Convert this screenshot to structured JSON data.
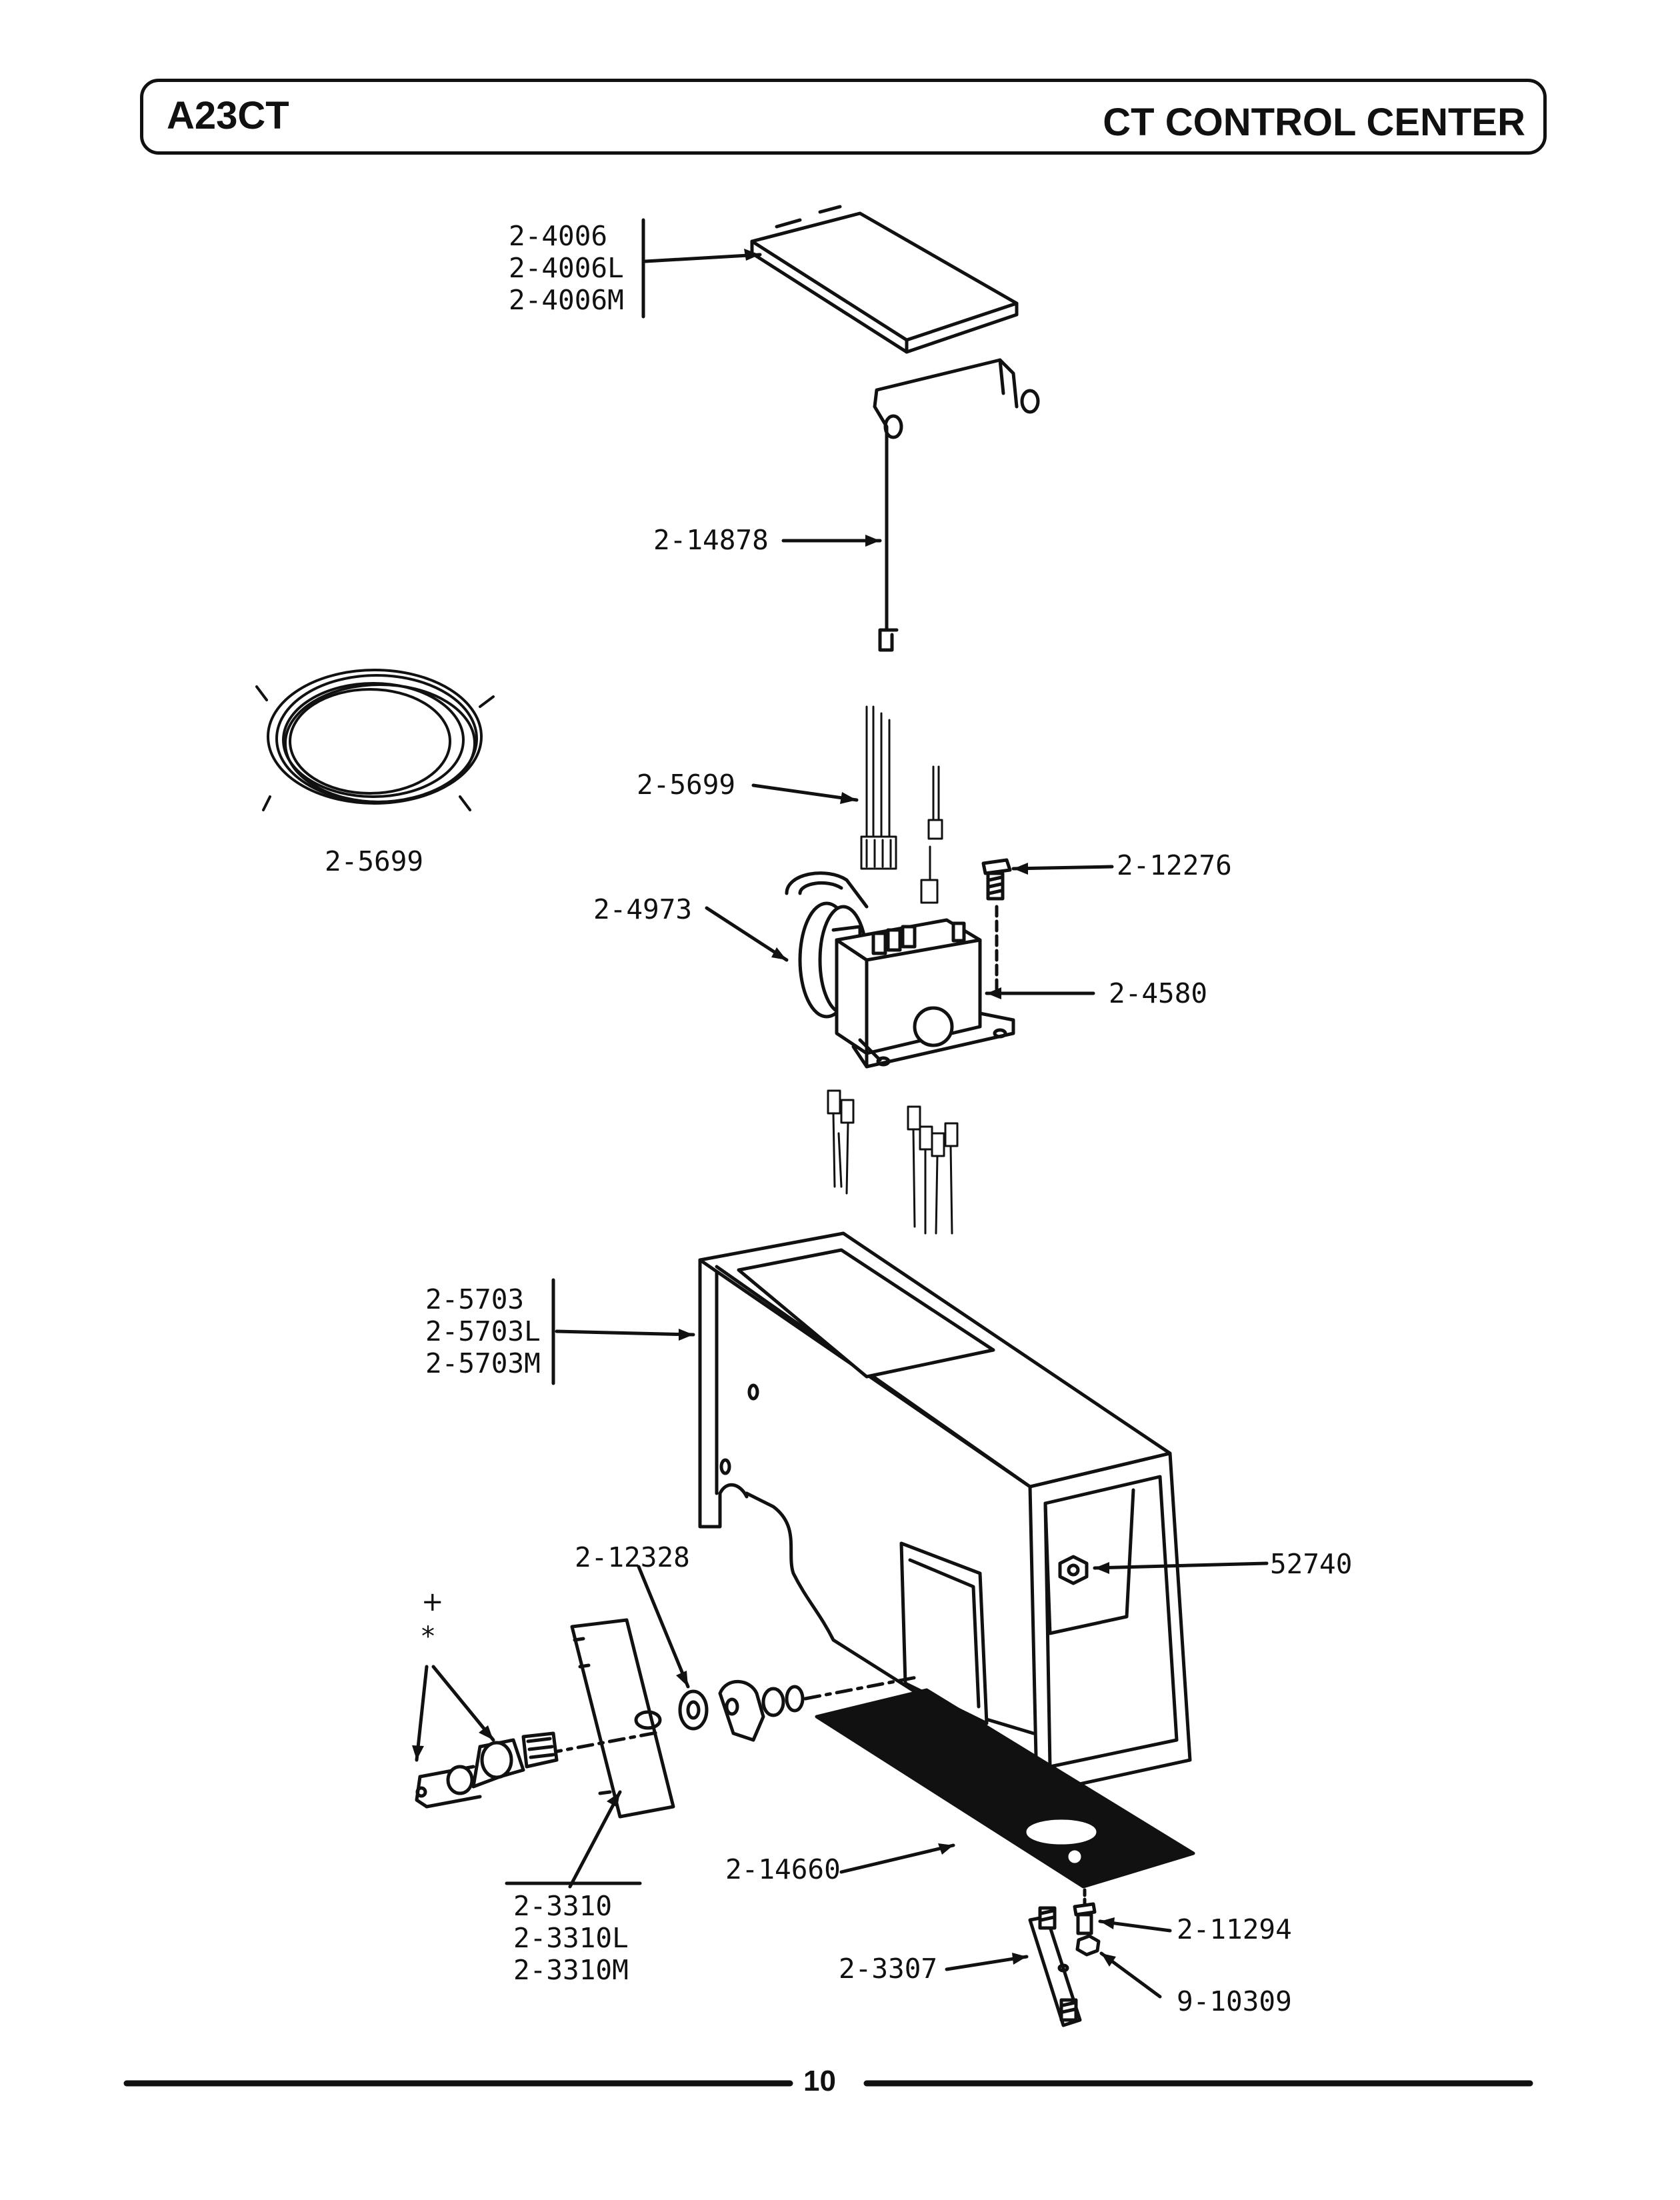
{
  "header": {
    "model": "A23CT",
    "section_title": "CT CONTROL CENTER"
  },
  "labels": {
    "cover": [
      "2-4006",
      "2-4006L",
      "2-4006M"
    ],
    "bracket": "2-14878",
    "harness_upper": "2-5699",
    "harness_coil": "2-5699",
    "motor": "2-4973",
    "screw_top": "2-12276",
    "timer": "2-4580",
    "housing": [
      "2-5703",
      "2-5703L",
      "2-5703M"
    ],
    "nut": "52740",
    "washer": "2-12328",
    "plus_mark": "+",
    "star_mark": "*",
    "panel": [
      "2-3310",
      "2-3310L",
      "2-3310M"
    ],
    "insulator": "2-14660",
    "screw_bottom": "2-11294",
    "strap": "2-3307",
    "nut_bottom": "9-10309"
  },
  "footer": {
    "page_number": "10"
  }
}
